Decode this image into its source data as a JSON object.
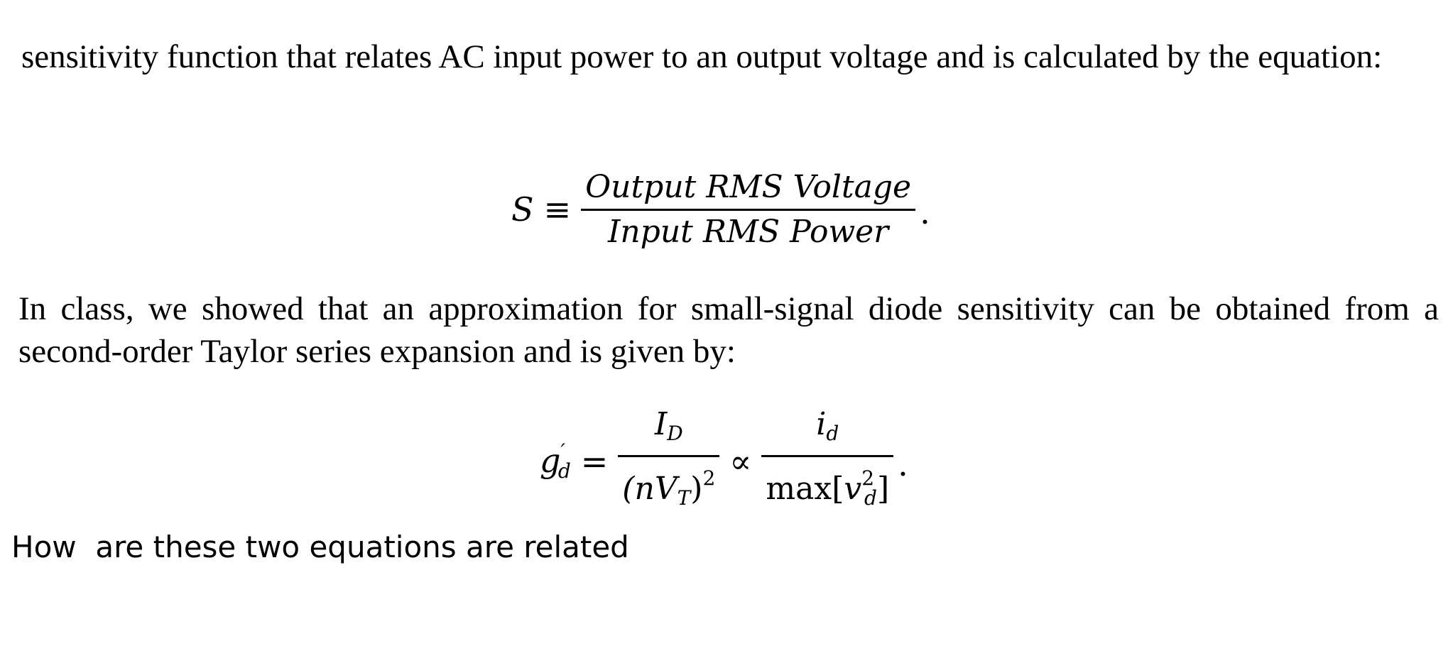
{
  "paragraphs": {
    "intro": "sensitivity function that relates AC input power to an output voltage and is calculated by the equation:",
    "taylor": "In class, we showed that an approximation for small-signal diode sensitivity can be obtained from a second-order Taylor series expansion and is given by:"
  },
  "equation_1": {
    "lhs": "S",
    "operator": "≡",
    "numerator": "Output RMS Voltage",
    "denominator": "Input RMS Power",
    "terminator": "."
  },
  "equation_2": {
    "lhs_base": "g",
    "lhs_sub": "d",
    "lhs_prime": "′",
    "equals": "=",
    "frac1_num_base": "I",
    "frac1_num_sub": "D",
    "frac1_den_open": "(n",
    "frac1_den_v": "V",
    "frac1_den_sub": "T",
    "frac1_den_close": ")",
    "frac1_den_sup": "2",
    "proportional": "∝",
    "frac2_num_base": "i",
    "frac2_num_sub": "d",
    "frac2_den_max": "max[",
    "frac2_den_v": "v",
    "frac2_den_sup": "2",
    "frac2_den_sub": "d",
    "frac2_den_close": "]",
    "terminator": "."
  },
  "question": "How  are these two equations are related"
}
